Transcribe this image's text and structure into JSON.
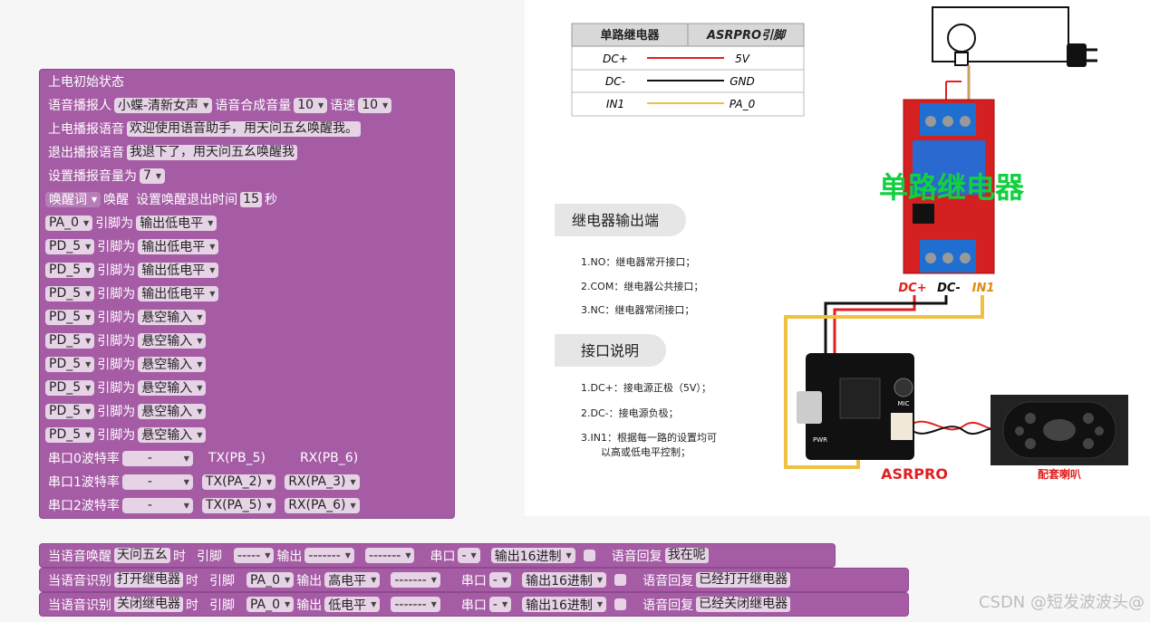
{
  "init_block": {
    "title": "上电初始状态",
    "tts_speaker_label": "语音播报人",
    "tts_speaker": "小蝶-清新女声",
    "tts_volume_label": "语音合成音量",
    "tts_volume": "10",
    "tts_speed_label": "语速",
    "tts_speed": "10",
    "power_on_label": "上电播报语音",
    "power_on_text": "欢迎使用语音助手，用天问五幺唤醒我。",
    "exit_label": "退出播报语音",
    "exit_text": "我退下了，用天问五幺唤醒我",
    "volume_label": "设置播报音量为",
    "volume_value": "7",
    "wake_dropdown": "唤醒词",
    "wake_label": "唤醒",
    "wake_timeout_label": "设置唤醒退出时间",
    "wake_timeout_value": "15",
    "seconds_label": "秒",
    "pin_label": "引脚为",
    "pins": [
      {
        "pin": "PA_0",
        "mode": "输出低电平"
      },
      {
        "pin": "PD_5",
        "mode": "输出低电平"
      },
      {
        "pin": "PD_5",
        "mode": "输出低电平"
      },
      {
        "pin": "PD_5",
        "mode": "输出低电平"
      },
      {
        "pin": "PD_5",
        "mode": "悬空输入"
      },
      {
        "pin": "PD_5",
        "mode": "悬空输入"
      },
      {
        "pin": "PD_5",
        "mode": "悬空输入"
      },
      {
        "pin": "PD_5",
        "mode": "悬空输入"
      },
      {
        "pin": "PD_5",
        "mode": "悬空输入"
      },
      {
        "pin": "PD_5",
        "mode": "悬空输入"
      }
    ],
    "uarts": [
      {
        "label": "串口0波特率",
        "baud": "-",
        "tx": "TX(PB_5)",
        "rx": "RX(PB_6)",
        "tx_dd": false
      },
      {
        "label": "串口1波特率",
        "baud": "-",
        "tx": "TX(PA_2)",
        "rx": "RX(PA_3)",
        "tx_dd": true
      },
      {
        "label": "串口2波特率",
        "baud": "-",
        "tx": "TX(PA_5)",
        "rx": "RX(PA_6)",
        "tx_dd": true
      }
    ]
  },
  "command_blocks": [
    {
      "head": "当语音唤醒",
      "word": "天问五幺",
      "when": "时",
      "pin_label": "引脚",
      "pin": "-----",
      "out_label": "输出",
      "out": "-------",
      "out2": "-------",
      "uart_label": "串口",
      "uart": "-",
      "hex": "输出16进制",
      "reply_label": "语音回复",
      "reply": "我在呢"
    },
    {
      "head": "当语音识别",
      "word": "打开继电器",
      "when": "时",
      "pin_label": "引脚",
      "pin": "PA_0",
      "out_label": "输出",
      "out": "高电平",
      "out2": "-------",
      "uart_label": "串口",
      "uart": "-",
      "hex": "输出16进制",
      "reply_label": "语音回复",
      "reply": "已经打开继电器"
    },
    {
      "head": "当语音识别",
      "word": "关闭继电器",
      "when": "时",
      "pin_label": "引脚",
      "pin": "PA_0",
      "out_label": "输出",
      "out": "低电平",
      "out2": "-------",
      "uart_label": "串口",
      "uart": "-",
      "hex": "输出16进制",
      "reply_label": "语音回复",
      "reply": "已经关闭继电器"
    }
  ],
  "diagram": {
    "table_header_left": "单路继电器",
    "table_header_right": "ASRPRO引脚",
    "table_rows": [
      {
        "left": "DC+",
        "right": "5V",
        "color": "#e02020"
      },
      {
        "left": "DC-",
        "right": "GND",
        "color": "#111111"
      },
      {
        "left": "IN1",
        "right": "PA_0",
        "color": "#f0c040"
      }
    ],
    "relay_title": "单路继电器",
    "output_section": "继电器输出端",
    "output_items": [
      "1.NO：继电器常开接口；",
      "2.COM：继电器公共接口；",
      "3.NC：继电器常闭接口；"
    ],
    "interface_section": "接口说明",
    "interface_items": [
      "1.DC+：接电源正极（5V）；",
      "2.DC-：接电源负极；",
      "3.IN1：根据每一路的设置均可",
      "以高或低电平控制；"
    ],
    "pin_labels": [
      "DC+",
      "DC-",
      "IN1"
    ],
    "board_label": "ASRPRO",
    "speaker_label": "配套喇叭",
    "mic_label": "MIC",
    "pwr_label": "PWR"
  },
  "watermark": "CSDN @短发波波头@"
}
